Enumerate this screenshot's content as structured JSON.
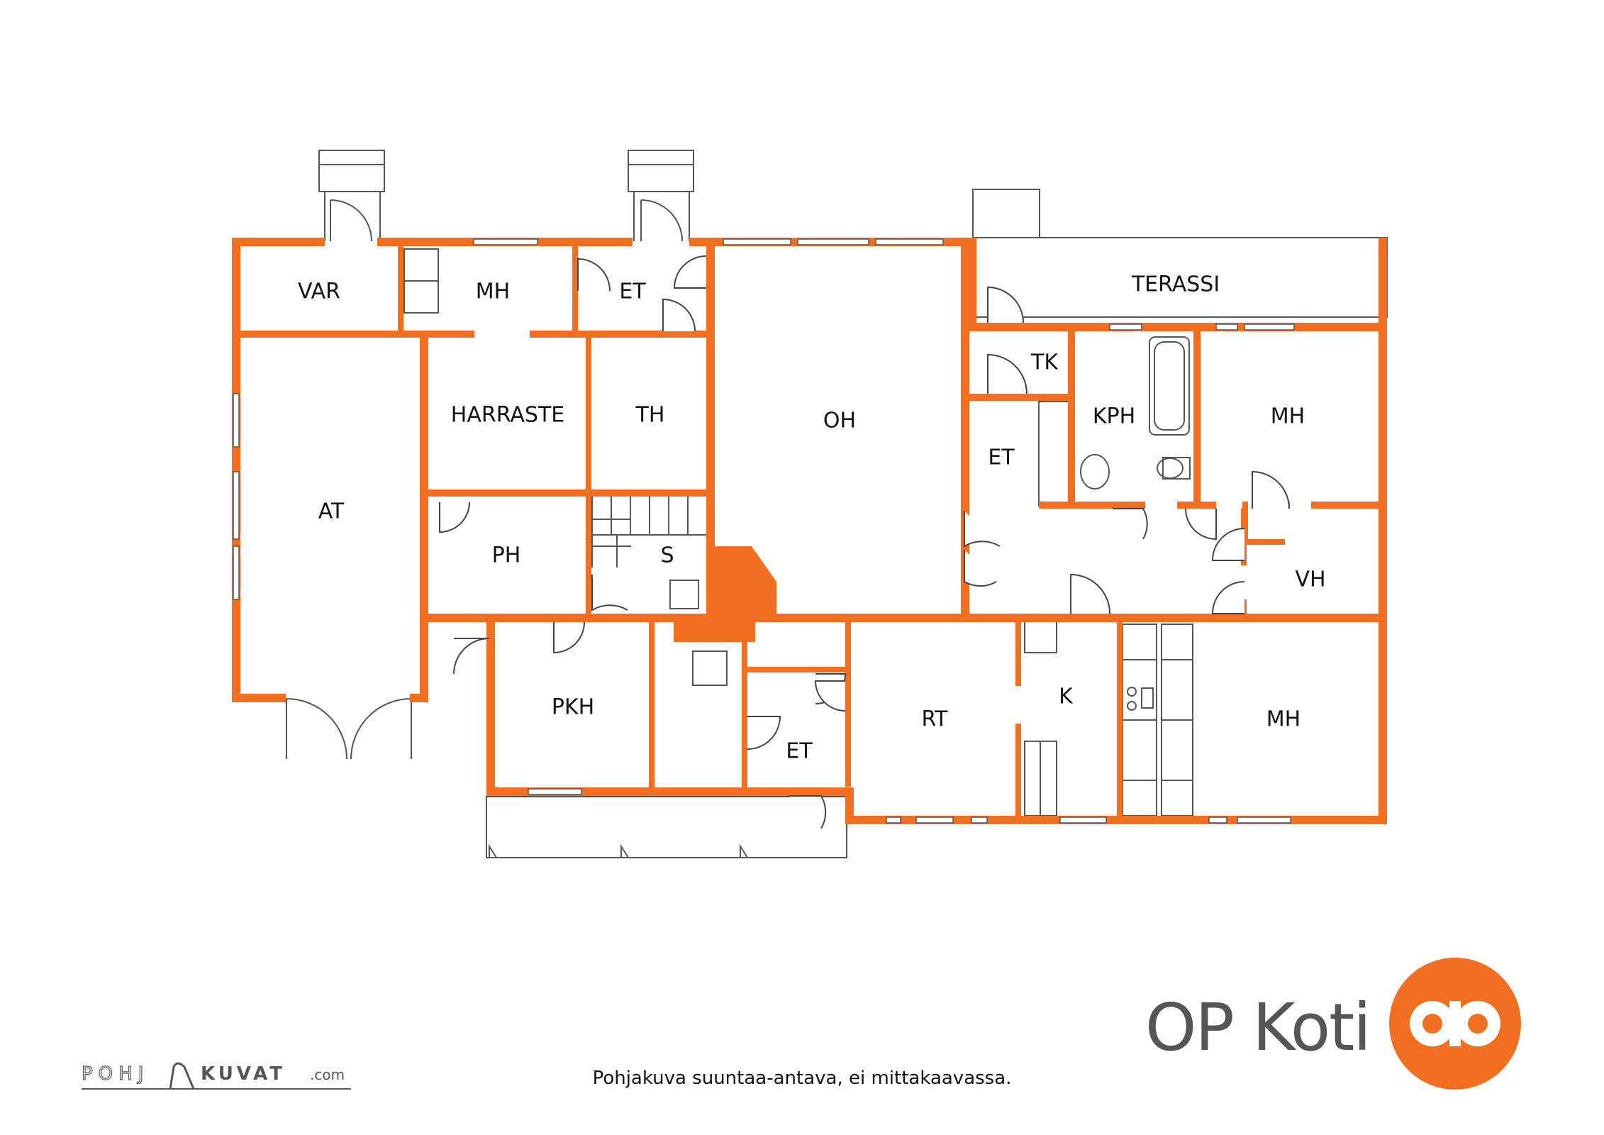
{
  "plan": {
    "wall_color": "#f26e21",
    "rooms": {
      "var": "VAR",
      "mh_top": "MH",
      "et_top": "ET",
      "harraste": "HARRASTE",
      "th": "TH",
      "oh": "OH",
      "terassi": "TERASSI",
      "tk": "TK",
      "kph": "KPH",
      "mh_right_top": "MH",
      "et_mid": "ET",
      "at": "AT",
      "ph": "PH",
      "s": "S",
      "vh": "VH",
      "pkh": "PKH",
      "et_bottom": "ET",
      "rt": "RT",
      "k": "K",
      "mh_right_bottom": "MH"
    }
  },
  "caption": "Pohjakuva suuntaa-antava, ei mittakaavassa.",
  "brand": {
    "name": "OP Koti",
    "logo_color": "#f26e21"
  },
  "credit": {
    "left": "POHJ",
    "right": "KUVAT",
    "suffix": ".com"
  }
}
